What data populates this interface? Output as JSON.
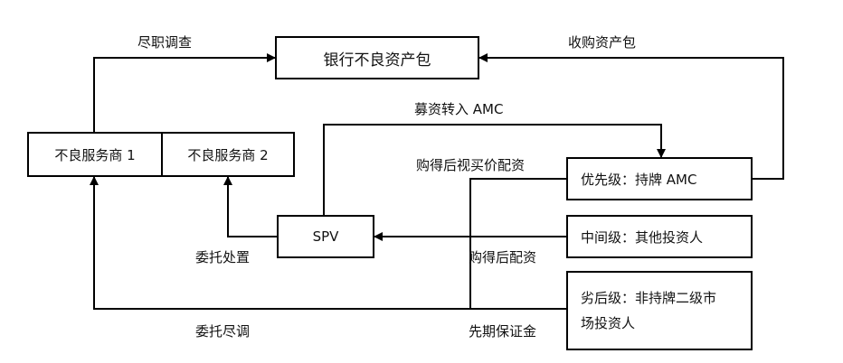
{
  "nodes": {
    "bank_npl_package": "银行不良资产包",
    "servicer_1": "不良服务商 1",
    "servicer_2": "不良服务商 2",
    "spv": "SPV",
    "senior": "优先级：持牌 AMC",
    "mezzanine": "中间级：其他投资人",
    "junior_line1": "劣后级：非持牌二级市",
    "junior_line2": "场投资人"
  },
  "edges": {
    "due_diligence": "尽职调查",
    "acquire_package": "收购资产包",
    "fund_transfer_amc": "募资转入 AMC",
    "buy_then_price_allocation": "购得后视买价配资",
    "buy_then_allocation": "购得后配资",
    "entrust_disposal": "委托处置",
    "entrust_due_diligence": "委托尽调",
    "advance_deposit": "先期保证金"
  }
}
